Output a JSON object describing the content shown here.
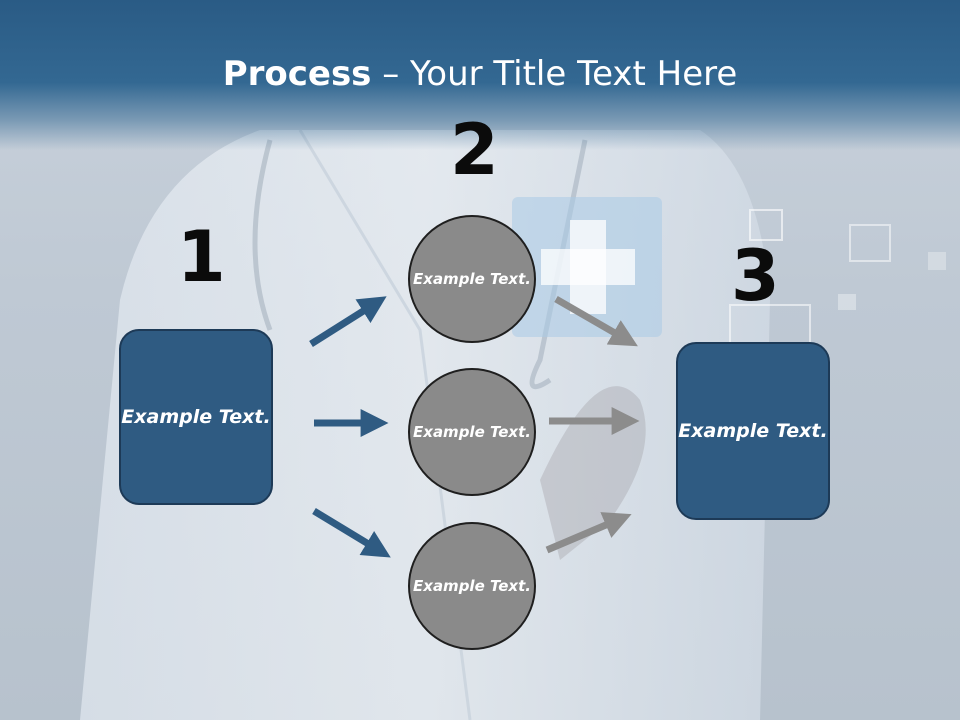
{
  "title": {
    "bold": "Process",
    "rest": " – Your Title Text Here"
  },
  "steps": {
    "one": "1",
    "two": "2",
    "three": "3"
  },
  "nodes": {
    "left": "Example Text.",
    "top": "Example Text.",
    "middle": "Example Text.",
    "bottom": "Example Text.",
    "right": "Example Text."
  },
  "colors": {
    "title_bar": "#2f6590",
    "box_fill": "#2f5b82",
    "circle_fill": "#8a8a8a",
    "arrow_blue": "#2f5b82",
    "arrow_gray": "#8c8c8c"
  }
}
